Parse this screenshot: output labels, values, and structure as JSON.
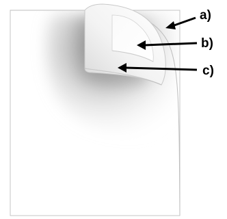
{
  "labels": {
    "a": "a)",
    "b": "b)",
    "c": "c)"
  },
  "colors": {
    "page_outline": "#b8b8b8",
    "shadow": "#7a7a7a",
    "arrow": "#000000"
  }
}
